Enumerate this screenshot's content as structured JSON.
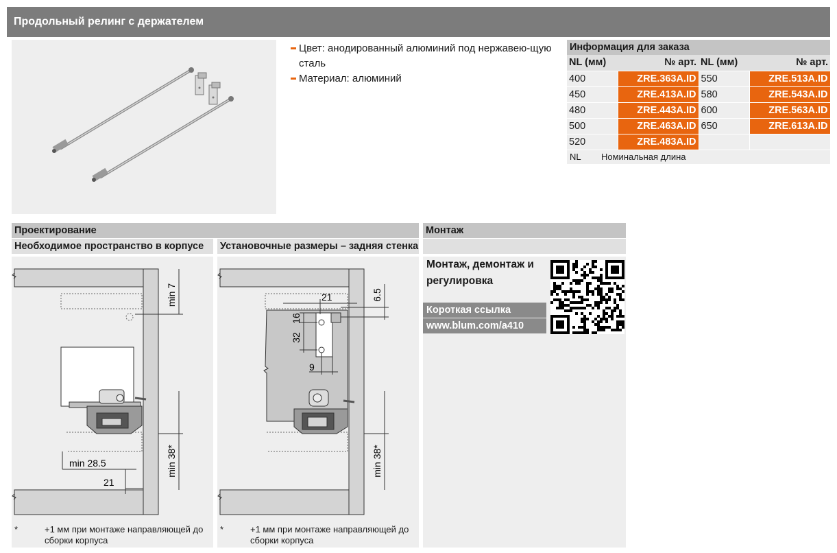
{
  "title": "Продольный релинг с держателем",
  "features": [
    "Цвет: анодированный алюминий под нержавею-щую сталь",
    "Материал: алюминий"
  ],
  "order": {
    "header": "Информация для заказа",
    "col_nl": "NL (мм)",
    "col_art": "№ арт.",
    "rows": [
      {
        "nl1": "400",
        "art1": "ZRE.363A.ID",
        "nl2": "550",
        "art2": "ZRE.513A.ID"
      },
      {
        "nl1": "450",
        "art1": "ZRE.413A.ID",
        "nl2": "580",
        "art2": "ZRE.543A.ID"
      },
      {
        "nl1": "480",
        "art1": "ZRE.443A.ID",
        "nl2": "600",
        "art2": "ZRE.563A.ID"
      },
      {
        "nl1": "500",
        "art1": "ZRE.463A.ID",
        "nl2": "650",
        "art2": "ZRE.613A.ID"
      },
      {
        "nl1": "520",
        "art1": "ZRE.483A.ID",
        "nl2": "",
        "art2": ""
      }
    ],
    "note_key": "NL",
    "note_text": "Номинальная длина"
  },
  "design": {
    "header": "Проектирование",
    "left_title": "Необходимое пространство в корпусе",
    "right_title": "Установочные размеры – задняя стенка",
    "left_dims": {
      "top": "min 7",
      "side": "min 28.5",
      "bottom": "21",
      "height": "min 38*"
    },
    "right_dims": {
      "a": "21",
      "b": "6.5",
      "c": "16",
      "d": "32",
      "e": "9",
      "height": "min 38*"
    },
    "footnote_star": "*",
    "footnote": "+1 мм при монтаже направляющей до сборки корпуса"
  },
  "mount": {
    "header": "Монтаж",
    "title": "Монтаж, демонтаж и регулировка",
    "short_link_label": "Короткая ссылка",
    "short_link_url": "www.blum.com/a410"
  },
  "colors": {
    "accent": "#e8650f",
    "header_gray": "#7c7c7c",
    "section_gray": "#c4c4c4",
    "panel_gray": "#eeeeee"
  }
}
